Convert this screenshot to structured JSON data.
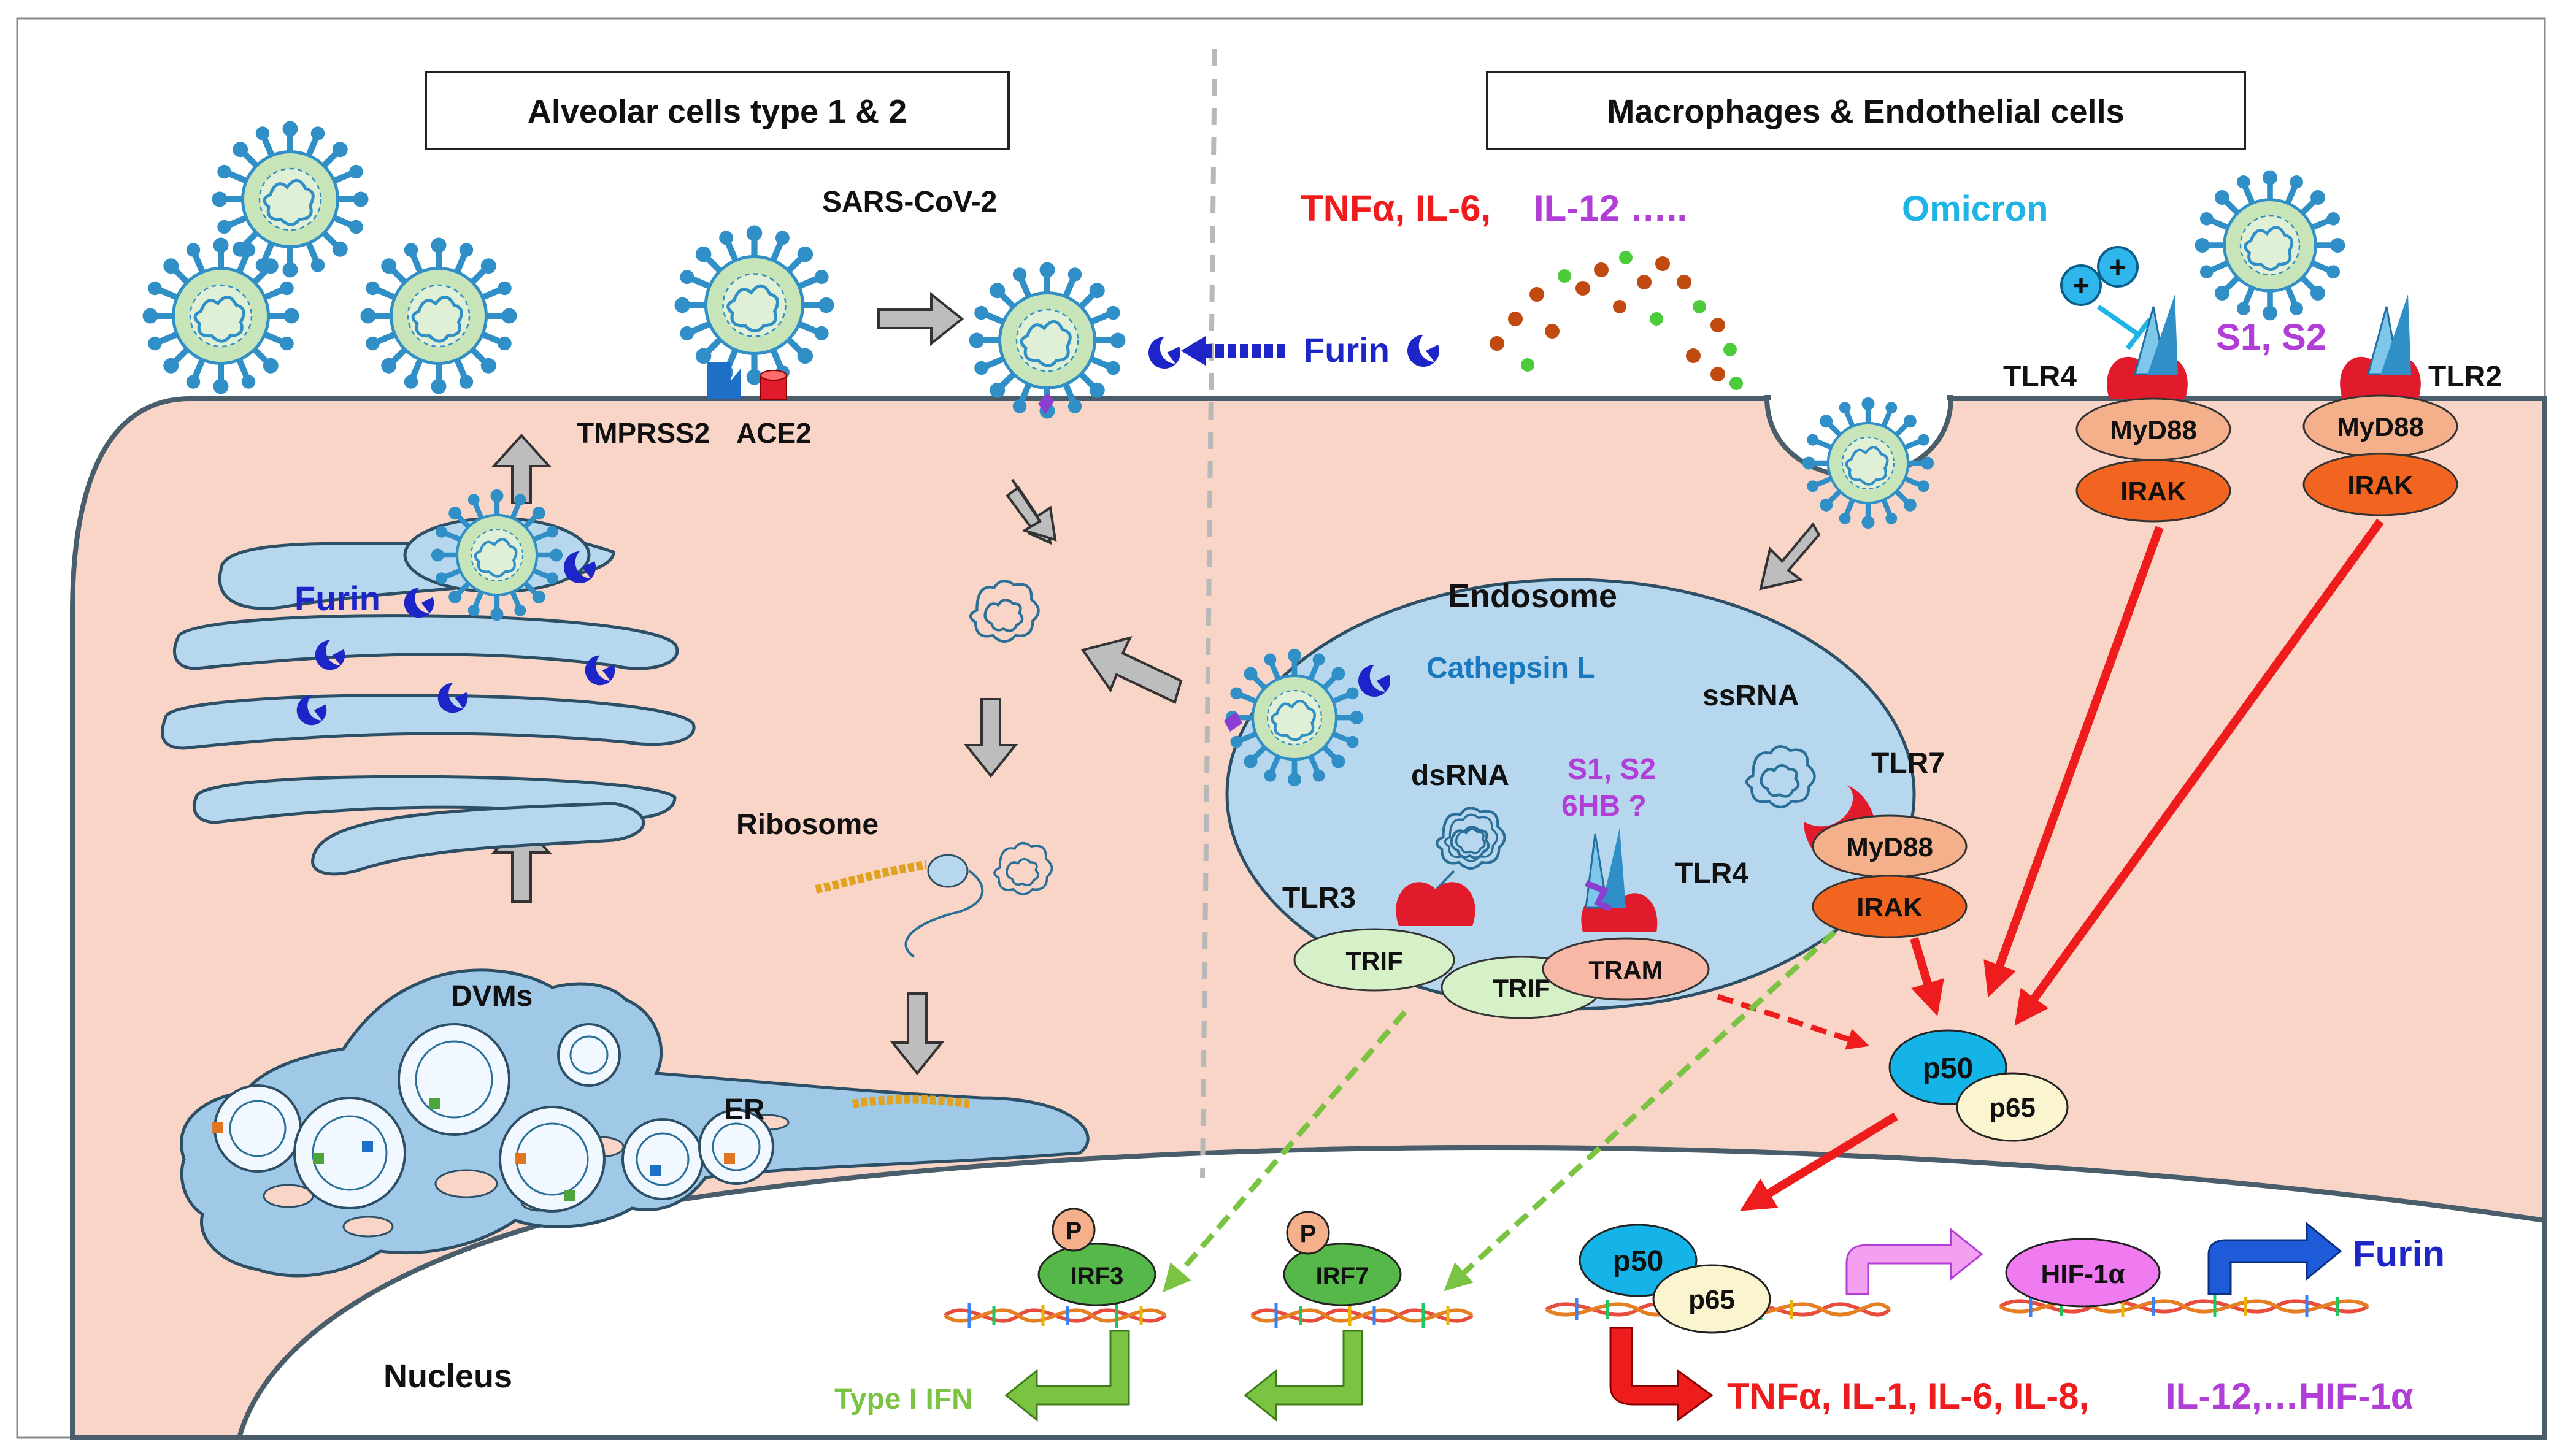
{
  "headers": {
    "left": "Alveolar cells type 1 & 2",
    "right": "Macrophages & Endothelial cells"
  },
  "labels": {
    "sars": "SARS-CoV-2",
    "tmprss2": "TMPRSS2",
    "ace2": "ACE2",
    "furin_top": "Furin",
    "furin_golgi": "Furin",
    "cytokines_red": "TNFα, IL-6,",
    "cytokines_violet": "IL-12 …..",
    "omicron": "Omicron",
    "s1s2_top": "S1, S2",
    "tlr4_top": "TLR4",
    "tlr2": "TLR2",
    "myd88_1": "MyD88",
    "irak_1": "IRAK",
    "myd88_2": "MyD88",
    "irak_2": "IRAK",
    "endosome": "Endosome",
    "cathepsin": "Cathepsin L",
    "ssrna": "ssRNA",
    "dsrna": "dsRNA",
    "s1s2_endo": "S1, S2",
    "sixhb": "6HB ?",
    "tlr7": "TLR7",
    "myd88_3": "MyD88",
    "irak_3": "IRAK",
    "tlr3": "TLR3",
    "tlr4_endo": "TLR4",
    "trif_1": "TRIF",
    "trif_2": "TRIF",
    "tram": "TRAM",
    "ribosome": "Ribosome",
    "dvms": "DVMs",
    "er": "ER",
    "p50_cyto": "p50",
    "p65_cyto": "p65",
    "p50_nuc": "p50",
    "p65_nuc": "p65",
    "irf3": "IRF3",
    "irf7": "IRF7",
    "p_1": "P",
    "p_2": "P",
    "hif": "HIF-1α",
    "furin_out": "Furin",
    "nucleus": "Nucleus",
    "type1ifn": "Type I IFN",
    "out_red": "TNFα, IL-1, IL-6, IL-8,",
    "out_violet": "IL-12,…HIF-1α"
  },
  "colors": {
    "cytoplasm": "#f8d5c6",
    "membrane": "#4a5d6b",
    "endosome": "#b7d7ee",
    "virus_body": "#c8e4b9",
    "spike": "#2f8fc6",
    "furin": "#1d25c8",
    "red_text": "#ee1c1c",
    "violet_text": "#b13ed6",
    "cyan_text": "#1fb4e6",
    "cathepsin_text": "#1879c0",
    "green_text": "#7bc342",
    "myd88": "#f4b08a",
    "irak": "#f16521",
    "trif": "#d6f1c8",
    "tram": "#f7b8a6",
    "p50": "#14b4e8",
    "p65": "#fbf5cf",
    "irf": "#55b848",
    "hif": "#f07af0",
    "receptor_red": "#e11b2b"
  }
}
